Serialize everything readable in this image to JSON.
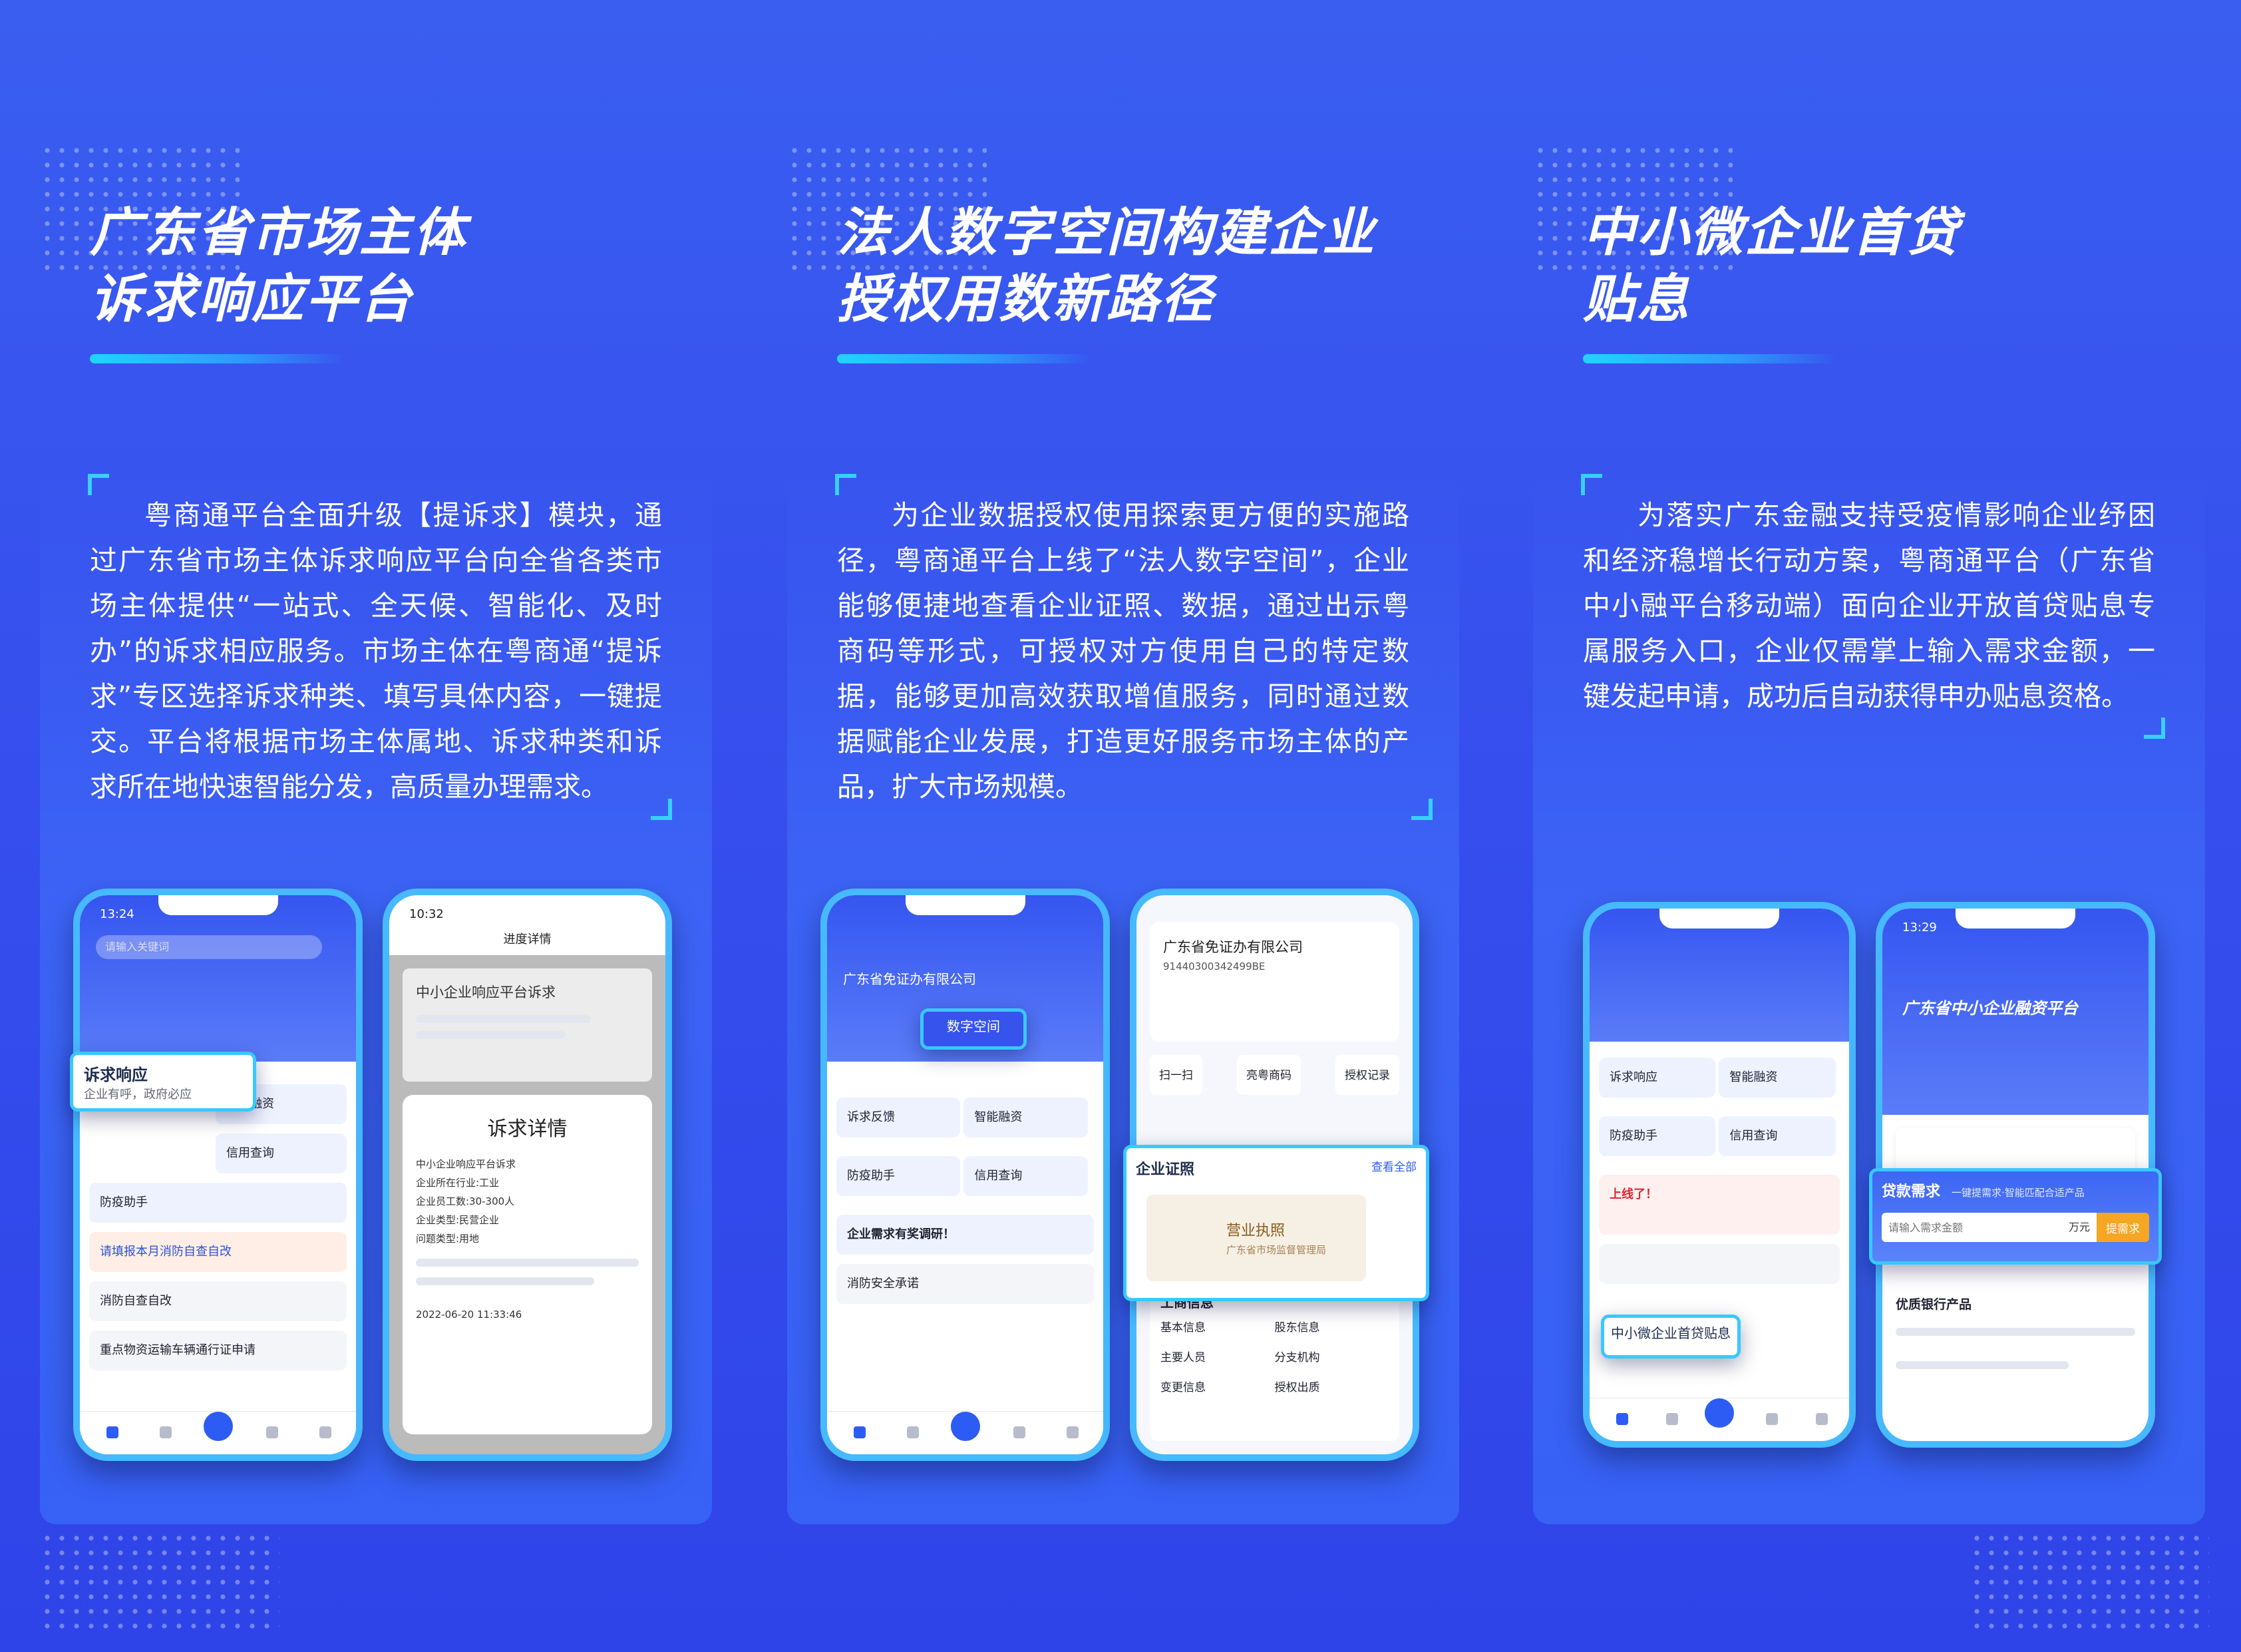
{
  "columns": [
    {
      "title_line1": "广东省市场主体",
      "title_line2": "诉求响应平台",
      "paragraph": "粤商通平台全面升级【提诉求】模块，通过广东省市场主体诉求响应平台向全省各类市场主体提供“一站式、全天候、智能化、及时办”的诉求相应服务。市场主体在粤商通“提诉求”专区选择诉求种类、填写具体内容，一键提交。平台将根据市场主体属地、诉求种类和诉求所在地快速智能分发，高质量办理需求。",
      "phone1": {
        "time": "13:24",
        "search_placeholder": "请输入关键词",
        "rows": [
          "智能融资",
          "信用查询",
          "防疫助手",
          "请填报本月消防自查自改",
          "消防自查自改",
          "重点物资运输车辆通行证申请"
        ],
        "callout_title": "诉求响应",
        "callout_sub": "企业有呼，政府必应"
      },
      "phone2": {
        "time": "10:32",
        "header": "进度详情",
        "case_title": "中小企业响应平台诉求",
        "detail_title": "诉求详情",
        "fields": [
          "中小企业响应平台诉求",
          "企业所在行业:工业",
          "企业员工数:30-300人",
          "企业类型:民营企业",
          "问题类型:用地"
        ],
        "submit_time": "2022-06-20 11:33:46"
      }
    },
    {
      "title_line1": "法人数字空间构建企业",
      "title_line2": "授权用数新路径",
      "paragraph": "为企业数据授权使用探索更方便的实施路径，粤商通平台上线了“法人数字空间”，企业能够便捷地查看企业证照、数据，通过出示粤商码等形式，可授权对方使用自己的特定数据，能够更加高效获取增值服务，同时通过数据赋能企业发展，打造更好服务市场主体的产品，扩大市场规模。",
      "phone1": {
        "company": "广东省免证办有限公司",
        "tab_callout": "数字空间",
        "rows": [
          "诉求反馈",
          "智能融资",
          "防疫助手",
          "信用查询",
          "企业需求有奖调研！",
          "消防安全承诺"
        ]
      },
      "phone2": {
        "company": "广东省免证办有限公司",
        "credit_code": "91440300342499BE",
        "actions": [
          "扫一扫",
          "亮粤商码",
          "授权记录"
        ],
        "callout_title": "企业证照",
        "callout_more": "查看全部",
        "license_name": "营业执照",
        "license_org": "广东省市场监督管理局",
        "section": "工商信息",
        "info_items": [
          "基本信息",
          "股东信息",
          "主要人员",
          "分支机构",
          "变更信息",
          "授权出质"
        ]
      }
    },
    {
      "title_line1": "中小微企业首贷",
      "title_line2": "贴息",
      "paragraph": "为落实广东金融支持受疫情影响企业纾困和经济稳增长行动方案，粤商通平台（广东省中小融平台移动端）面向企业开放首贷贴息专属服务入口，企业仅需掌上输入需求金额，一键发起申请，成功后自动获得申办贴息资格。",
      "phone1": {
        "rows": [
          "诉求响应",
          "智能融资",
          "防疫助手",
          "信用查询",
          "上线了！"
        ],
        "callout": "中小微企业首贷贴息"
      },
      "phone2": {
        "time": "13:29",
        "banner": "广东省中小企业融资平台",
        "callout_title": "贷款需求",
        "callout_sub": "一键提需求·智能匹配合适产品",
        "input_placeholder": "请输入需求金额",
        "unit": "万元",
        "button": "提需求",
        "section": "优质银行产品"
      }
    }
  ]
}
